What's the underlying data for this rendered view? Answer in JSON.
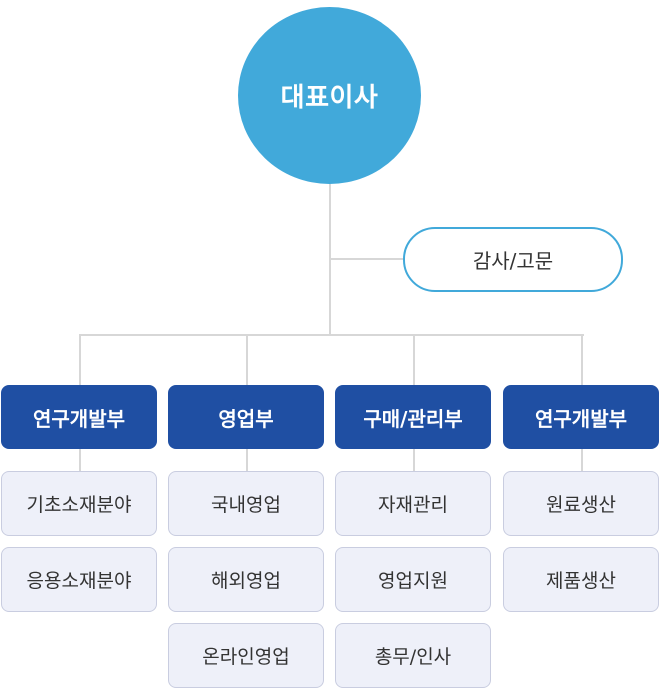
{
  "ceo": {
    "label": "대표이사"
  },
  "advisor": {
    "label": "감사/고문"
  },
  "departments": [
    {
      "label": "연구개발부",
      "teams": [
        "기초소재분야",
        "응용소재분야"
      ]
    },
    {
      "label": "영업부",
      "teams": [
        "국내영업",
        "해외영업",
        "온라인영업"
      ]
    },
    {
      "label": "구매/관리부",
      "teams": [
        "자재관리",
        "영업지원",
        "총무/인사"
      ]
    },
    {
      "label": "연구개발부",
      "teams": [
        "원료생산",
        "제품생산"
      ]
    }
  ],
  "colors": {
    "ceo_fill": "#41a9da",
    "department_fill": "#1f4fa3",
    "team_fill": "#eef0f9",
    "connector": "#d7d7d7"
  }
}
